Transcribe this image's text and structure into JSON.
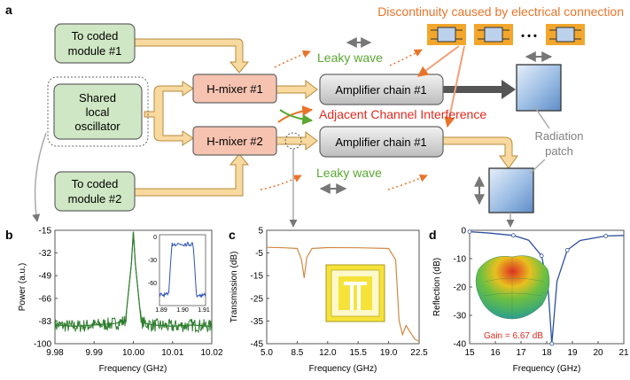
{
  "panel_a": {
    "label": "a",
    "blocks": {
      "coded1": [
        "To coded",
        "module #1"
      ],
      "coded2": [
        "To coded",
        "module #2"
      ],
      "oscillator": [
        "Shared",
        "local",
        "oscillator"
      ],
      "mixer1": "H-mixer #1",
      "mixer2": "H-mixer #2",
      "amp1": "Amplifier chain #1",
      "amp2": "Amplifier chain #1"
    },
    "annotations": {
      "discontinuity": "Discontinuity caused by electrical connection",
      "leaky_top": "Leaky wave",
      "leaky_bottom": "Leaky wave",
      "aci": "Adjacent Channel Interference",
      "radiation": [
        "Radiation",
        "patch"
      ],
      "ellipsis": "• • •"
    },
    "colors": {
      "green_fill": "#cfe7c4",
      "pink_fill": "#f6c3b0",
      "gray_fill": "#d6d6d6",
      "blue_fill": "#8eb3de",
      "arrow_fill": "#f8d9a0",
      "orange_text": "#e8742a",
      "green_text": "#5aa832",
      "red_text": "#e02b20"
    }
  },
  "panel_b": {
    "label": "b",
    "ylabel": "Power (a.u.)",
    "xlabel": "Frequency (GHz)",
    "xticks": [
      "9.98",
      "9.99",
      "10.00",
      "10.01",
      "10.02"
    ],
    "yticks": [
      "-15",
      "-32",
      "-49",
      "-66",
      "-83",
      "-100"
    ],
    "inset": {
      "yticks": [
        "0",
        "-30",
        "-60"
      ],
      "xticks": [
        "1.89",
        "1.90",
        "1.91"
      ]
    },
    "color": "#2f7d2f"
  },
  "panel_c": {
    "label": "c",
    "ylabel": "Transmission (dB)",
    "xlabel": "Frequency (GHz)",
    "xticks": [
      "5.0",
      "8.5",
      "12.0",
      "15.5",
      "19.0",
      "22.5"
    ],
    "yticks": [
      "5",
      "-5",
      "-15",
      "-25",
      "-35",
      "-45"
    ],
    "color": "#d08a45"
  },
  "panel_d": {
    "label": "d",
    "ylabel": "Reflection (dB)",
    "xlabel": "Frequency (GHz)",
    "xticks": [
      "15",
      "16",
      "17",
      "18",
      "19",
      "20",
      "21"
    ],
    "yticks": [
      "0",
      "-10",
      "-20",
      "-30",
      "-40"
    ],
    "gain": "Gain = 6.67 dB",
    "color": "#2d4f9e"
  },
  "chart_data": [
    {
      "type": "line",
      "panel": "b",
      "xlabel": "Frequency (GHz)",
      "ylabel": "Power (a.u.)",
      "xlim": [
        9.98,
        10.02
      ],
      "ylim": [
        -100,
        -15
      ],
      "x": [
        9.98,
        9.985,
        9.99,
        9.995,
        9.998,
        9.9995,
        10.0,
        10.0005,
        10.002,
        10.005,
        10.01,
        10.015,
        10.02
      ],
      "y": [
        -86,
        -87,
        -86,
        -85,
        -83,
        -40,
        -16,
        -40,
        -84,
        -86,
        -87,
        -86,
        -87
      ]
    },
    {
      "type": "line",
      "panel": "c",
      "xlabel": "Frequency (GHz)",
      "ylabel": "Transmission (dB)",
      "xlim": [
        5.0,
        22.5
      ],
      "ylim": [
        -45,
        5
      ],
      "x": [
        5.0,
        7.0,
        8.5,
        9.0,
        9.3,
        9.6,
        10.2,
        12.0,
        15.5,
        19.0,
        19.8,
        20.2,
        20.6,
        21.0,
        22.0,
        22.5
      ],
      "y": [
        -2.5,
        -2.7,
        -3.0,
        -8,
        -16,
        -7,
        -3.0,
        -2.6,
        -2.7,
        -3.0,
        -8,
        -35,
        -41,
        -37,
        -43,
        -44
      ]
    },
    {
      "type": "line",
      "panel": "d",
      "xlabel": "Frequency (GHz)",
      "ylabel": "Reflection (dB)",
      "xlim": [
        15,
        21
      ],
      "ylim": [
        -40,
        0
      ],
      "x": [
        15,
        15.8,
        16.7,
        17.3,
        17.8,
        18.05,
        18.2,
        18.4,
        18.8,
        19.3,
        20.3,
        21
      ],
      "y": [
        -0.5,
        -1.0,
        -1.8,
        -3.5,
        -9,
        -20,
        -40,
        -18,
        -7,
        -3.6,
        -2,
        -1.8
      ]
    }
  ]
}
